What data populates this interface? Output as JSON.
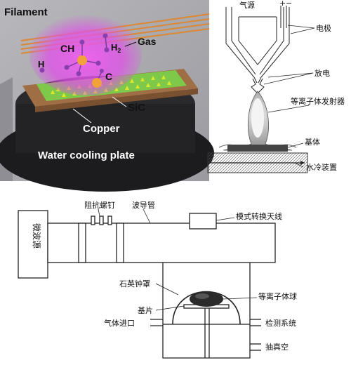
{
  "panel_cvd": {
    "filament": "Filament",
    "gas": "Gas",
    "ch": "CH",
    "h2": "H",
    "h2_sub": "2",
    "h": "H",
    "c": "C",
    "sic": "SiC",
    "copper": "Copper",
    "water_cooling": "Water cooling plate"
  },
  "panel_jet": {
    "gas_source": "气源",
    "plus": "+",
    "minus": "−",
    "electrode": "电极",
    "discharge": "放电",
    "plasma_emitter": "等离子体发射器",
    "substrate": "基体",
    "water_cooling": "水冷装置"
  },
  "panel_mw": {
    "microwave_source": "微波源",
    "stub_tuner": "阻抗螺钉",
    "waveguide": "波导管",
    "mode_converter": "模式转换天线",
    "quartz_bell": "石英钟罩",
    "plasma_ball": "等离子体球",
    "substrate": "基片",
    "gas_inlet": "气体进口",
    "detection": "检测系统",
    "vacuum": "抽真空"
  },
  "colors": {
    "plasma_pink": "#e040e0",
    "sic_green": "#7ec84a",
    "copper": "#b07a4e",
    "atom_orange": "#f2a23a",
    "atom_purple": "#8a3fb0",
    "filament": "#d98a3c"
  }
}
